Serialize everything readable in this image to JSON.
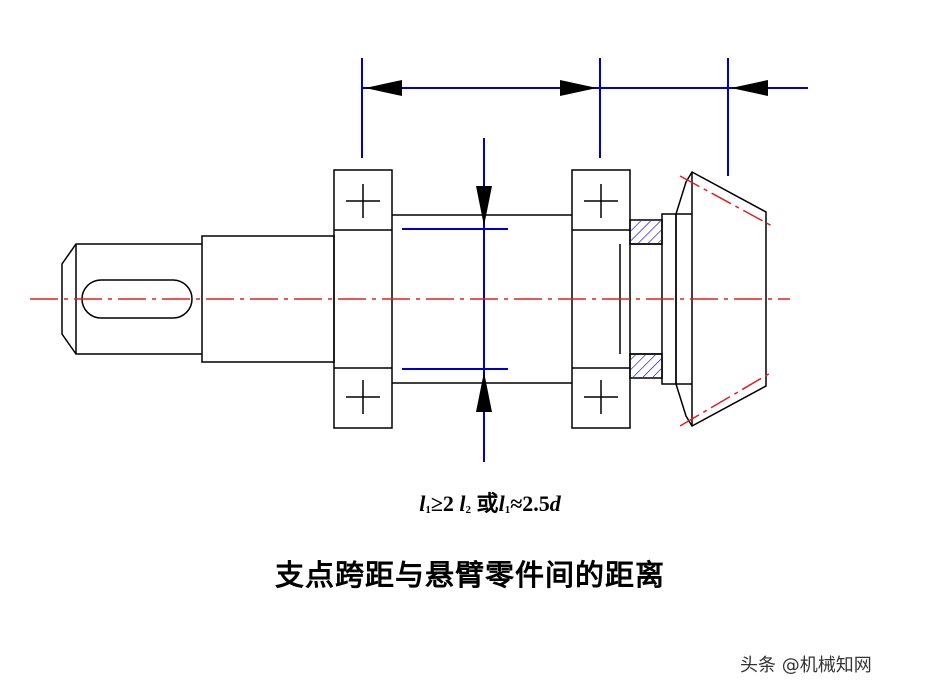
{
  "formula": {
    "l": "l",
    "sub1": "1",
    "ge": "≥2 ",
    "sub2": "2",
    "or": " 或",
    "approx": "≈2.5",
    "d": "d"
  },
  "title": "支点跨距与悬臂零件间的距离",
  "watermark": "头条 @机械知网",
  "colors": {
    "outline": "#000000",
    "dimension": "#0000cc",
    "centerline": "#e02020",
    "hatch": "#0000cc"
  }
}
